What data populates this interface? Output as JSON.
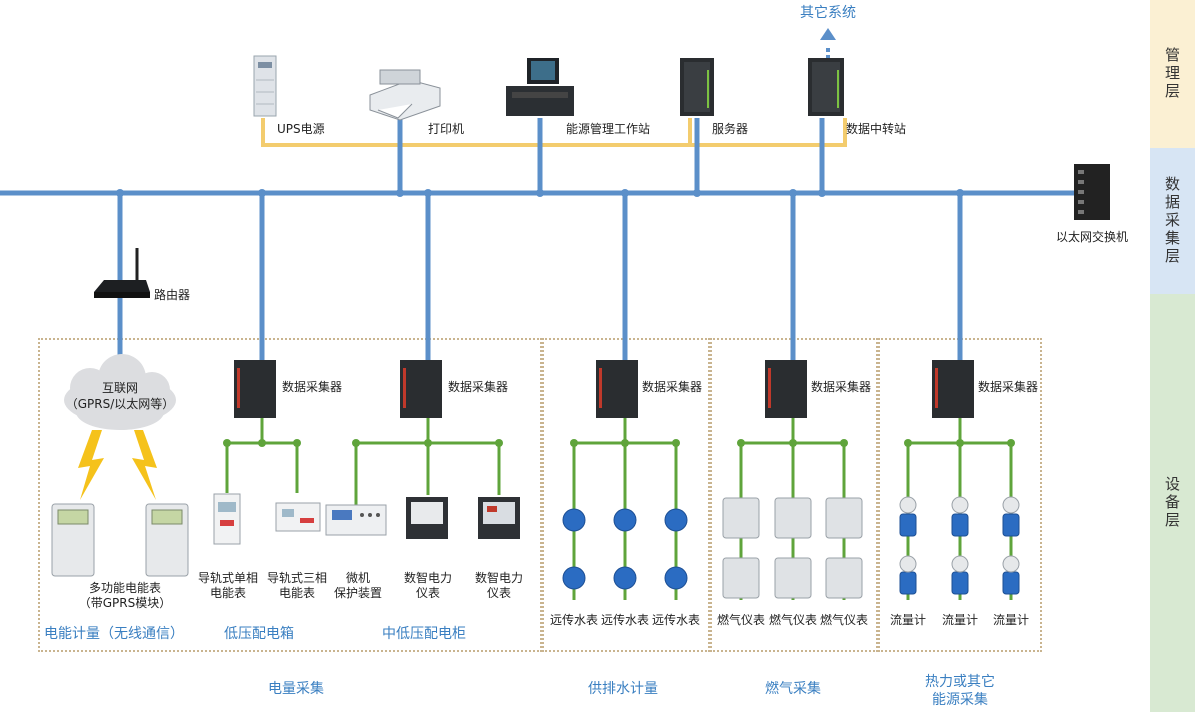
{
  "layers": [
    "管理层",
    "数据采集层",
    "设备层"
  ],
  "top": {
    "other_systems": "其它系统",
    "ups": "UPS电源",
    "printer": "打印机",
    "workstation": "能源管理工作站",
    "server": "服务器",
    "relay": "数据中转站"
  },
  "switch_label": "以太网交换机",
  "router_label": "路由器",
  "cloud": {
    "line1": "互联网",
    "line2": "（GPRS/以太网等）"
  },
  "meter": {
    "line1": "多功能电能表",
    "line2": "（带GPRS模块）"
  },
  "collector_label": "数据采集器",
  "devices": {
    "rail_single": [
      "导轨式单相",
      "电能表"
    ],
    "rail_three": [
      "导轨式三相",
      "电能表"
    ],
    "micro": [
      "微机",
      "保护装置"
    ],
    "digi1": [
      "数智电力",
      "仪表"
    ],
    "digi2": [
      "数智电力",
      "仪表"
    ],
    "water": "远传水表",
    "gas": "燃气仪表",
    "flow": "流量计"
  },
  "sections": {
    "wireless": "电能计量（无线通信）",
    "low_box": "低压配电箱",
    "mid_cab": "中低压配电柜"
  },
  "groups": {
    "power": "电量采集",
    "water": "供排水计量",
    "gas": "燃气采集",
    "heat1": "热力或其它",
    "heat2": "能源采集"
  },
  "colors": {
    "bus": "#5b8fc9",
    "mgmt": "#f3cc6e",
    "field": "#5fa43b",
    "layer_top": "#fbf0d3",
    "layer_mid": "#d7e5f4",
    "layer_bot": "#d8e9d2"
  }
}
